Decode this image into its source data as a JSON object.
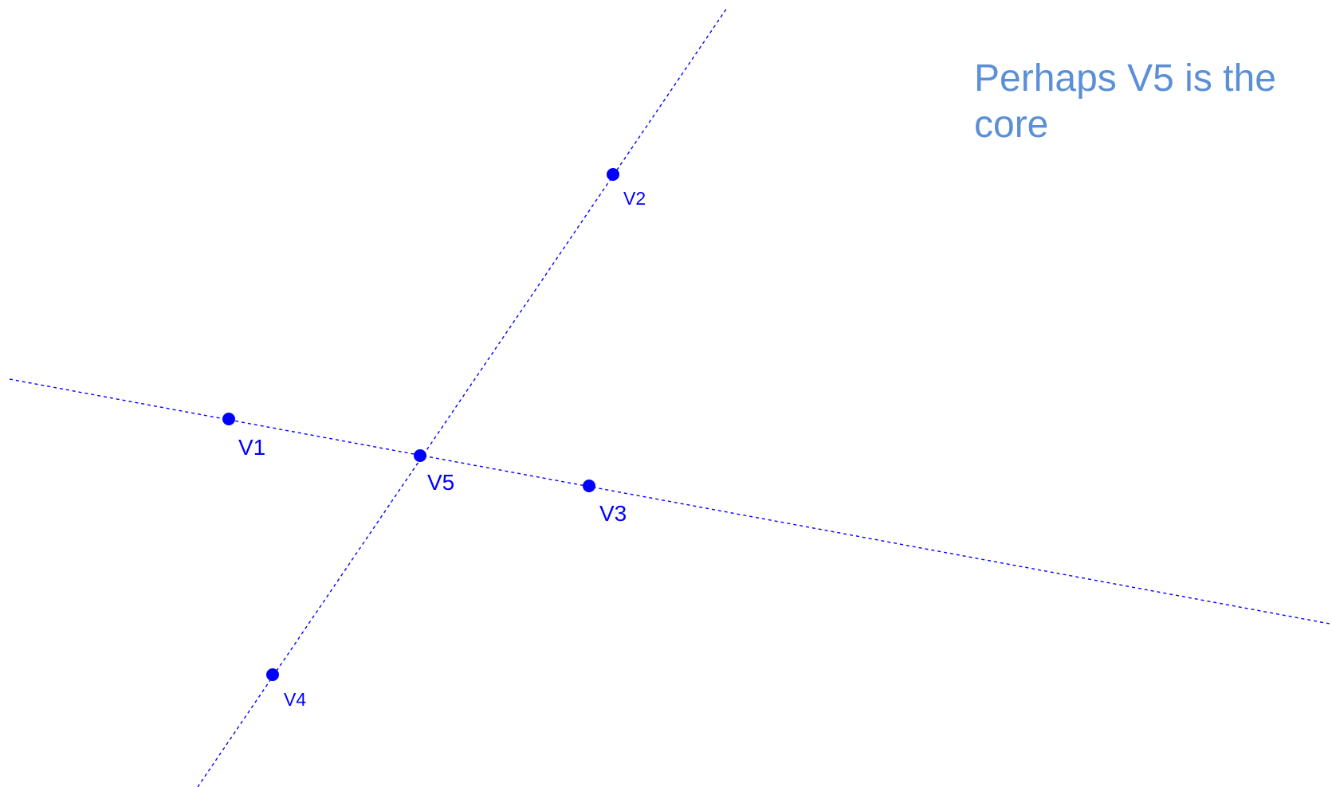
{
  "caption": "Perhaps V5 is the core",
  "colors": {
    "points": "#0000ff",
    "lines": "#0000ff",
    "caption": "#5b8fd6"
  },
  "points": [
    {
      "id": "v1",
      "label": "V1"
    },
    {
      "id": "v2",
      "label": "V2"
    },
    {
      "id": "v3",
      "label": "V3"
    },
    {
      "id": "v4",
      "label": "V4"
    },
    {
      "id": "v5",
      "label": "V5"
    }
  ],
  "lines": [
    {
      "id": "line-a",
      "through": [
        "V1",
        "V5",
        "V3"
      ]
    },
    {
      "id": "line-b",
      "through": [
        "V4",
        "V5",
        "V2"
      ]
    }
  ]
}
